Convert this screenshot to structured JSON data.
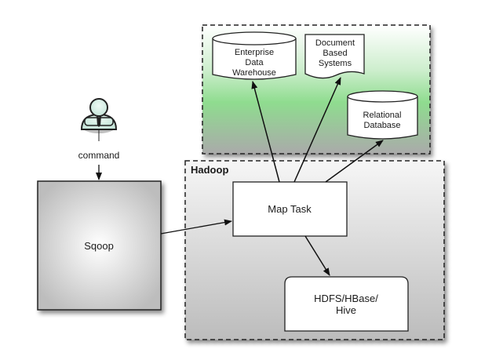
{
  "diagram": {
    "actor": {
      "icon": "user-icon",
      "label": "command"
    },
    "sqoop": {
      "label": "Sqoop"
    },
    "external_group": {
      "items": [
        {
          "id": "edw",
          "shape": "cylinder",
          "lines": [
            "Enterprise",
            "Data",
            "Warehouse"
          ]
        },
        {
          "id": "docs",
          "shape": "document",
          "lines": [
            "Document",
            "Based",
            "Systems"
          ]
        },
        {
          "id": "rdb",
          "shape": "cylinder",
          "lines": [
            "Relational",
            "Database"
          ]
        }
      ]
    },
    "hadoop_group": {
      "title": "Hadoop",
      "map_task": {
        "label": "Map Task"
      },
      "storage": {
        "lines": [
          "HDFS/HBase/",
          "Hive"
        ]
      }
    },
    "edges": [
      {
        "from": "actor",
        "to": "sqoop",
        "label": "command"
      },
      {
        "from": "sqoop",
        "to": "map_task"
      },
      {
        "from": "map_task",
        "to": "edw"
      },
      {
        "from": "map_task",
        "to": "docs"
      },
      {
        "from": "map_task",
        "to": "rdb"
      },
      {
        "from": "map_task",
        "to": "storage"
      }
    ],
    "colors": {
      "green_top": "#ffffff",
      "green_mid": "#8fdc8f",
      "green_bottom": "#b4b4b4",
      "gray_top": "#f4f4f4",
      "gray_bottom": "#bdbdbd",
      "stroke": "#1a1a1a",
      "actor_fill": "#d8f0e8"
    }
  }
}
